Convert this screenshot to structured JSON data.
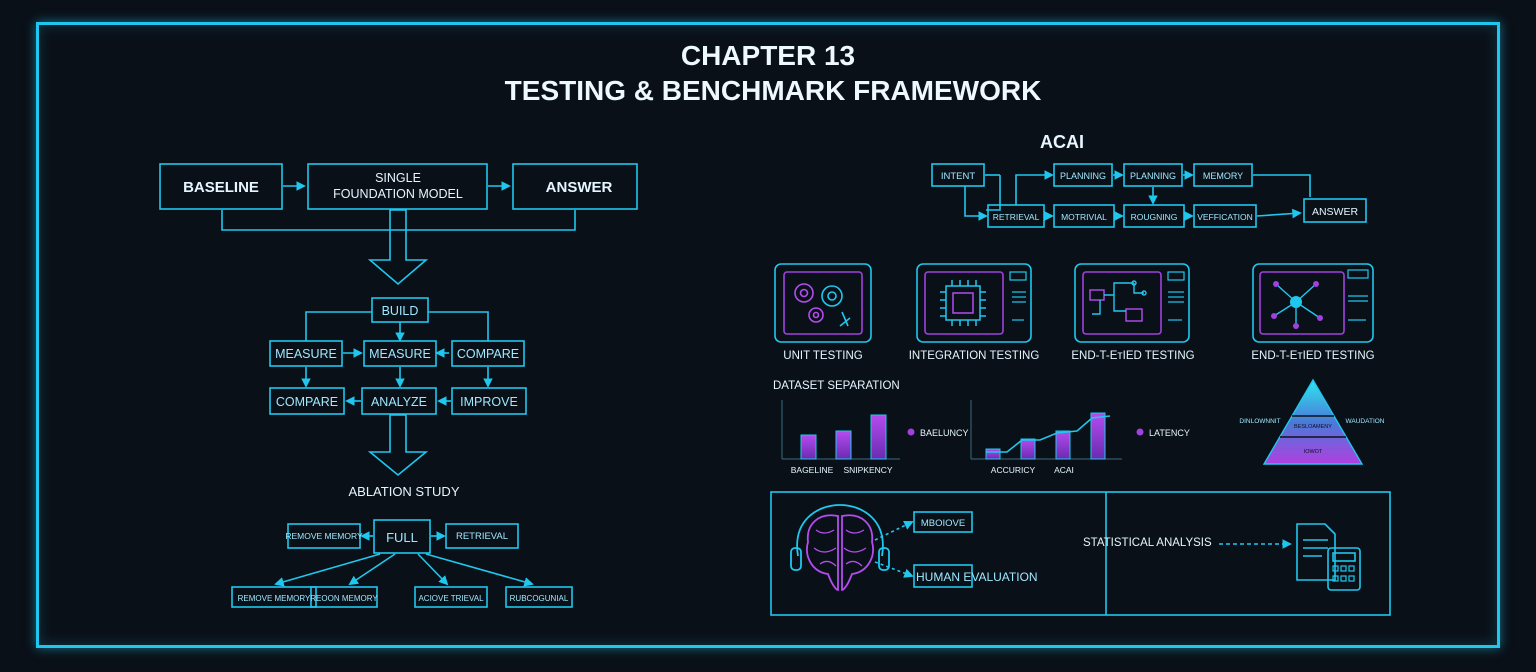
{
  "title": {
    "line1": "CHAPTER 13",
    "line2": "TESTING & BENCHMARK FRAMEWORK"
  },
  "baseline_flow": {
    "baseline": "BASELINE",
    "model_line1": "SINGLE",
    "model_line2": "FOUNDATION MODEL",
    "answer": "ANSWER"
  },
  "build_loop": {
    "build": "BUILD",
    "row1": [
      "MEASURE",
      "MEASURE",
      "COMPARE"
    ],
    "row2": [
      "COMPARE",
      "ANALYZE",
      "IMPROVE"
    ]
  },
  "ablation": {
    "title": "ABLATION STUDY",
    "center": "FULL",
    "left": "REMOVE MEMORY",
    "right": "RETRIEVAL",
    "bottom": [
      "REMOVE MEMORY",
      "REOON MEMORY",
      "ACIOVE TRIEVAL",
      "RUBCOGUNIAL"
    ]
  },
  "acai": {
    "title": "ACAI",
    "intent": "INTENT",
    "top_row": [
      "PLANNING",
      "PLANNING",
      "MEMORY"
    ],
    "bottom_row": [
      "RETRIEVAL",
      "MOTRIVIAL",
      "ROUGNING",
      "VEFFICATION"
    ],
    "answer": "ANSWER"
  },
  "testing_cards": [
    {
      "label": "UNIT TESTING",
      "icon": "gears-icon"
    },
    {
      "label": "INTEGRATION TESTING",
      "icon": "chip-icon"
    },
    {
      "label": "END-T-EтIED TESTING",
      "icon": "circuit-icon"
    },
    {
      "label": "END-T-EтIED TESTING",
      "icon": "network-icon"
    }
  ],
  "dataset": {
    "title": "DATASET SEPARATION",
    "legend1": "BAELUNCY",
    "legend2": "LATENCY",
    "xlabels1": [
      "BAGELINE",
      "SNIPKENCY"
    ],
    "xlabels2": [
      "ACCURICY",
      "ACAI"
    ]
  },
  "pyramid": {
    "left": "DINLOWNNIT",
    "right": "WAUDATION",
    "mid": "BESLOAMENY",
    "low": "IOWOT"
  },
  "bottom_panel": {
    "tag1": "MBOIOVE",
    "tag2": "HUMAN EVALUATION",
    "stats": "STATISTICAL ANALYSIS",
    "brain_icon": "brain-headphones-icon",
    "report_icon": "document-calculator-icon"
  },
  "colors": {
    "accent": "#1fc7ee",
    "purple": "#a040e0",
    "background": "#0a1018"
  }
}
